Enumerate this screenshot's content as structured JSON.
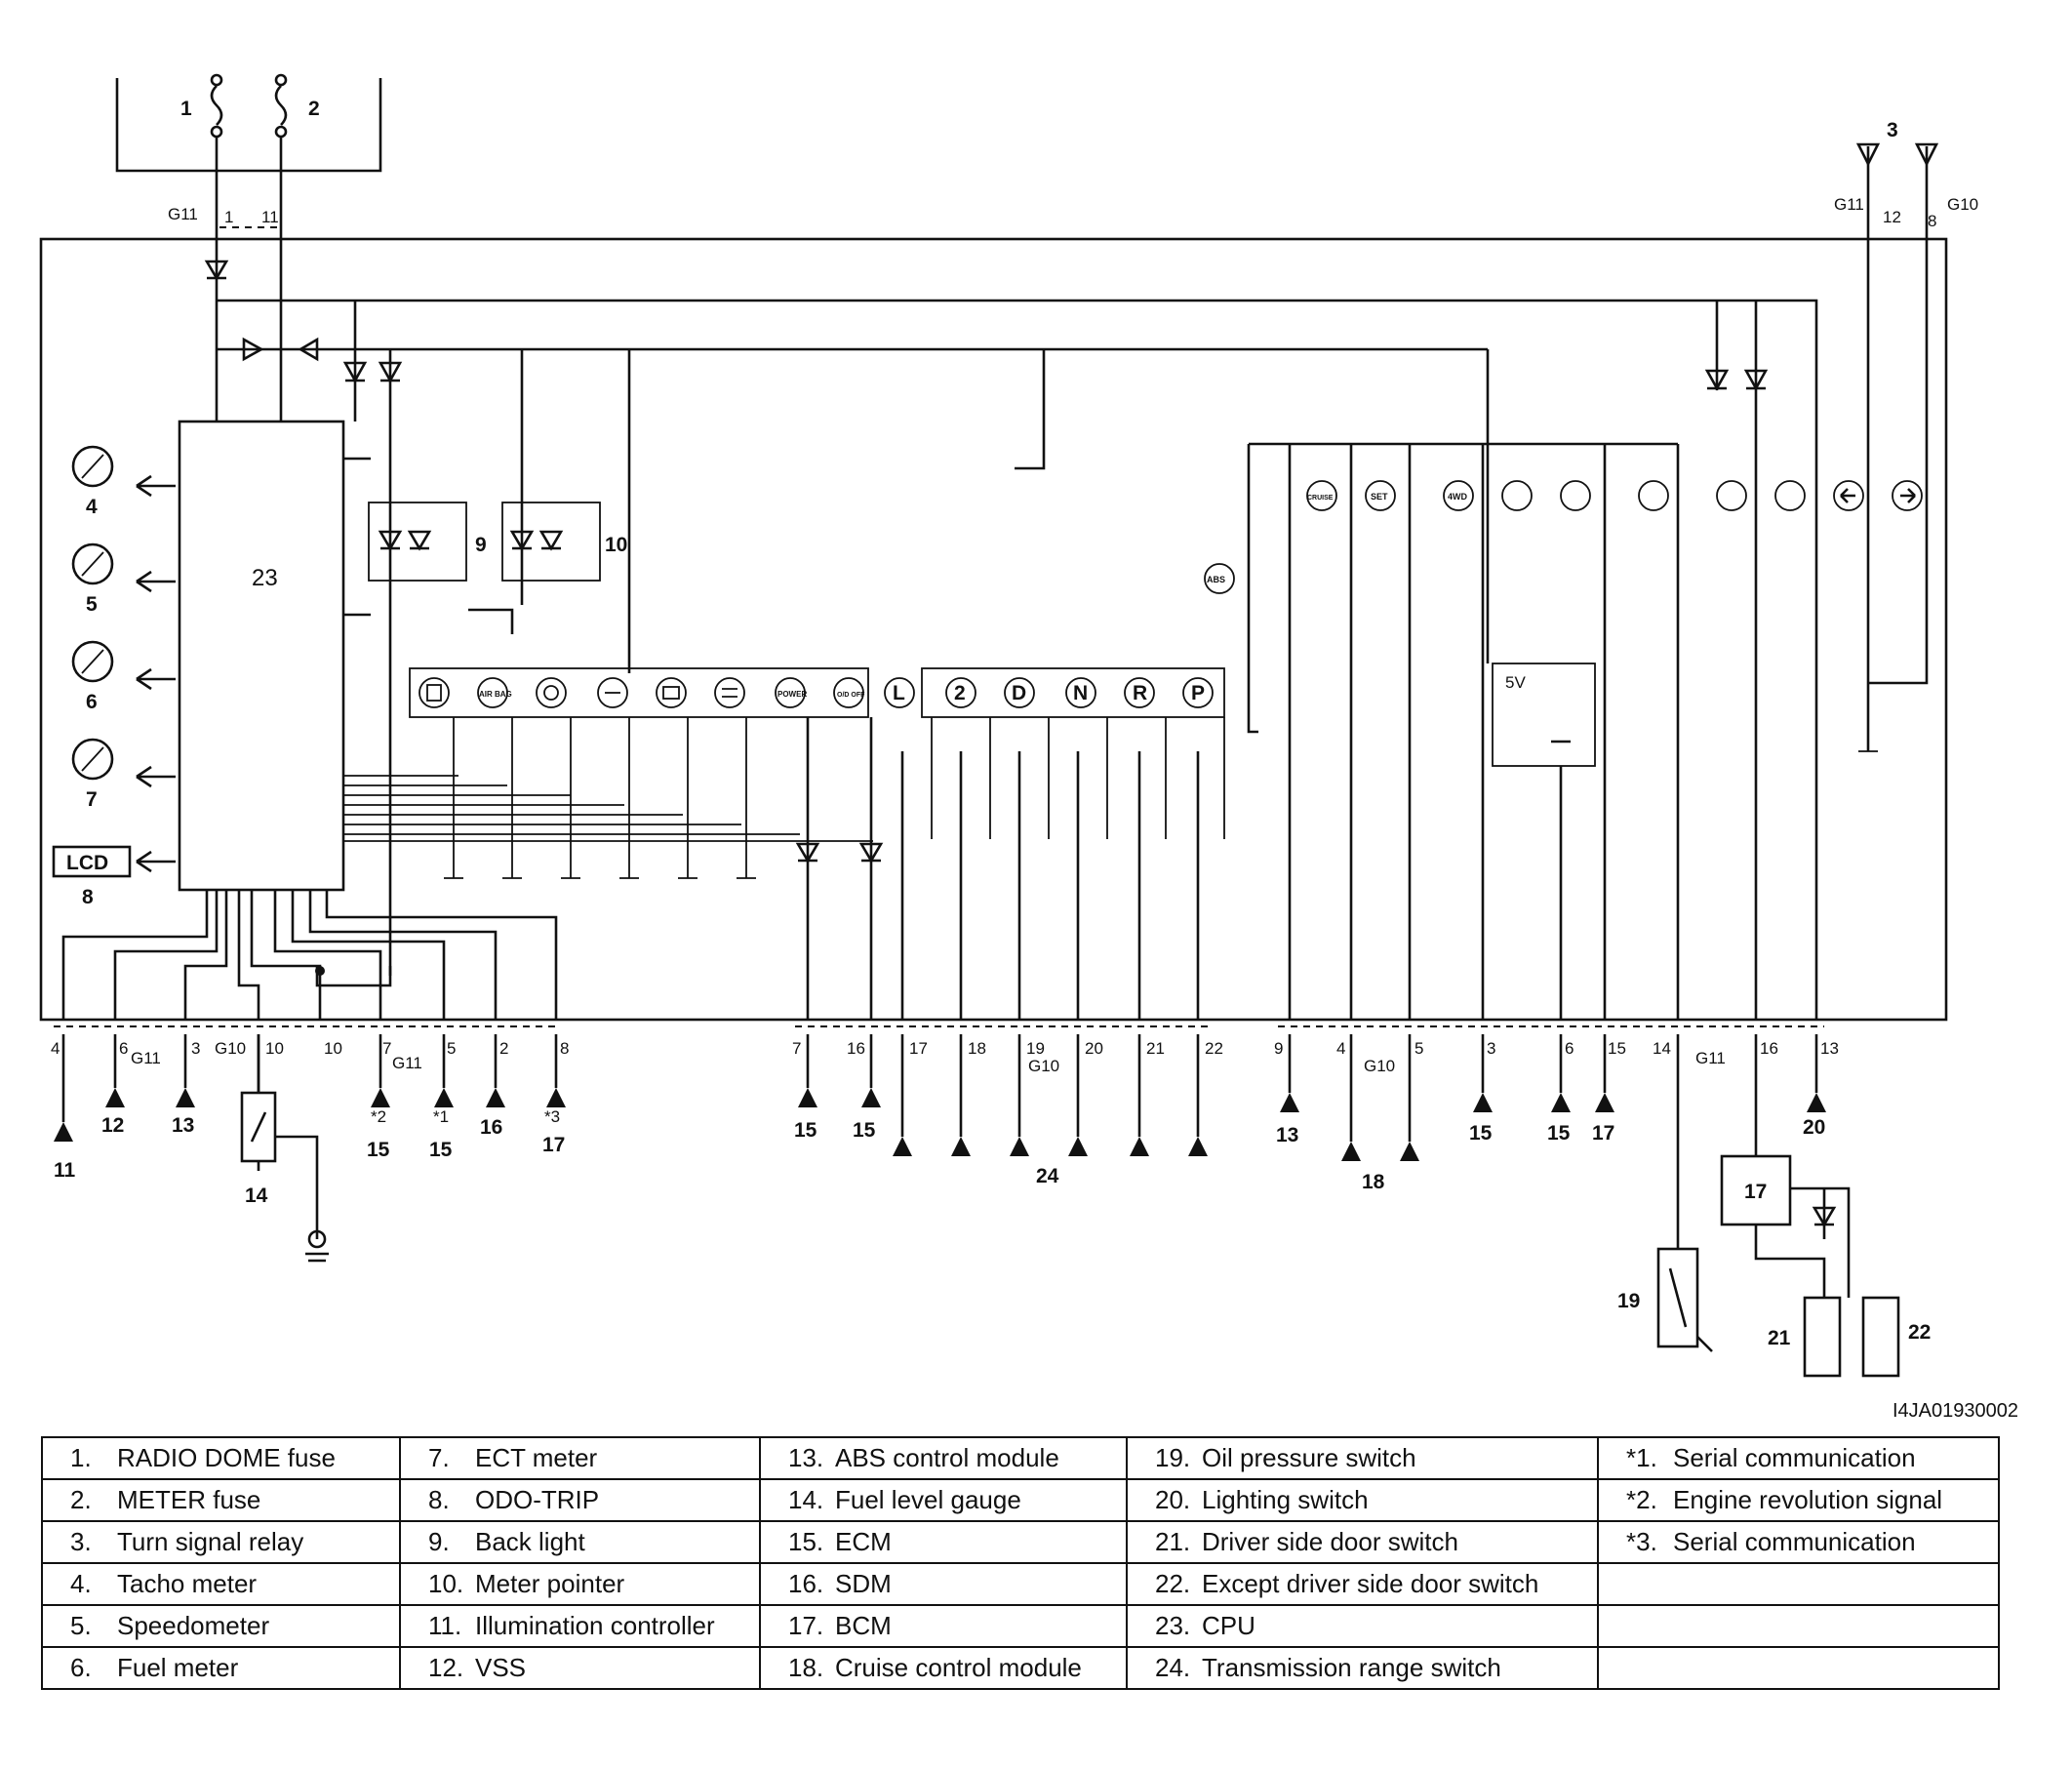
{
  "diagram": {
    "image_code": "I4JA01930002",
    "cpu_label": "23",
    "lcd_label": "LCD",
    "gauges": [
      "4",
      "5",
      "6",
      "7"
    ],
    "lcd_number": "8",
    "backlight_label": "9",
    "pointer_label": "10",
    "top_fuses": [
      "1",
      "2"
    ],
    "turn_relay": "3",
    "five_v": "5V",
    "connector_groups": {
      "g11": "G11",
      "g10": "G10"
    },
    "icons_left": [
      "",
      "AIR BAG",
      "",
      "",
      "",
      "",
      "POWER",
      "O/D OFF"
    ],
    "range_letters": [
      "L",
      "2",
      "D",
      "N",
      "R",
      "P"
    ],
    "icons_right": [
      "CRUISE",
      "SET",
      "4WD",
      "",
      "",
      "",
      "",
      "",
      "",
      ""
    ],
    "abs_icon": "ABS",
    "pins_bottom": [
      "4",
      "6",
      "3",
      "10",
      "10",
      "7",
      "5",
      "2",
      "8",
      "7",
      "16",
      "17",
      "18",
      "19",
      "20",
      "21",
      "22",
      "9",
      "4",
      "5",
      "3",
      "6",
      "15",
      "14",
      "16",
      "13"
    ],
    "pins_top": [
      "1",
      "11",
      "12",
      "8"
    ],
    "destinations": [
      "11",
      "12",
      "13",
      "14",
      "15",
      "15",
      "16",
      "17",
      "15",
      "15",
      "24",
      "13",
      "18",
      "15",
      "15",
      "17",
      "20",
      "19",
      "17",
      "21",
      "22"
    ],
    "serial_marks": [
      "*2",
      "*1",
      "*3"
    ]
  },
  "legend": {
    "rows": [
      [
        [
          "1.",
          "RADIO DOME fuse"
        ],
        [
          "7.",
          "ECT meter"
        ],
        [
          "13.",
          "ABS control module"
        ],
        [
          "19.",
          "Oil pressure switch"
        ],
        [
          "*1.",
          "Serial communication"
        ]
      ],
      [
        [
          "2.",
          "METER fuse"
        ],
        [
          "8.",
          "ODO-TRIP"
        ],
        [
          "14.",
          "Fuel level gauge"
        ],
        [
          "20.",
          "Lighting switch"
        ],
        [
          "*2.",
          "Engine revolution signal"
        ]
      ],
      [
        [
          "3.",
          "Turn signal relay"
        ],
        [
          "9.",
          "Back light"
        ],
        [
          "15.",
          "ECM"
        ],
        [
          "21.",
          "Driver side door switch"
        ],
        [
          "*3.",
          "Serial communication"
        ]
      ],
      [
        [
          "4.",
          "Tacho meter"
        ],
        [
          "10.",
          "Meter pointer"
        ],
        [
          "16.",
          "SDM"
        ],
        [
          "22.",
          "Except driver side door switch"
        ],
        [
          "",
          ""
        ]
      ],
      [
        [
          "5.",
          "Speedometer"
        ],
        [
          "11.",
          "Illumination controller"
        ],
        [
          "17.",
          "BCM"
        ],
        [
          "23.",
          "CPU"
        ],
        [
          "",
          ""
        ]
      ],
      [
        [
          "6.",
          "Fuel meter"
        ],
        [
          "12.",
          "VSS"
        ],
        [
          "18.",
          "Cruise control module"
        ],
        [
          "24.",
          "Transmission range switch"
        ],
        [
          "",
          ""
        ]
      ]
    ]
  }
}
